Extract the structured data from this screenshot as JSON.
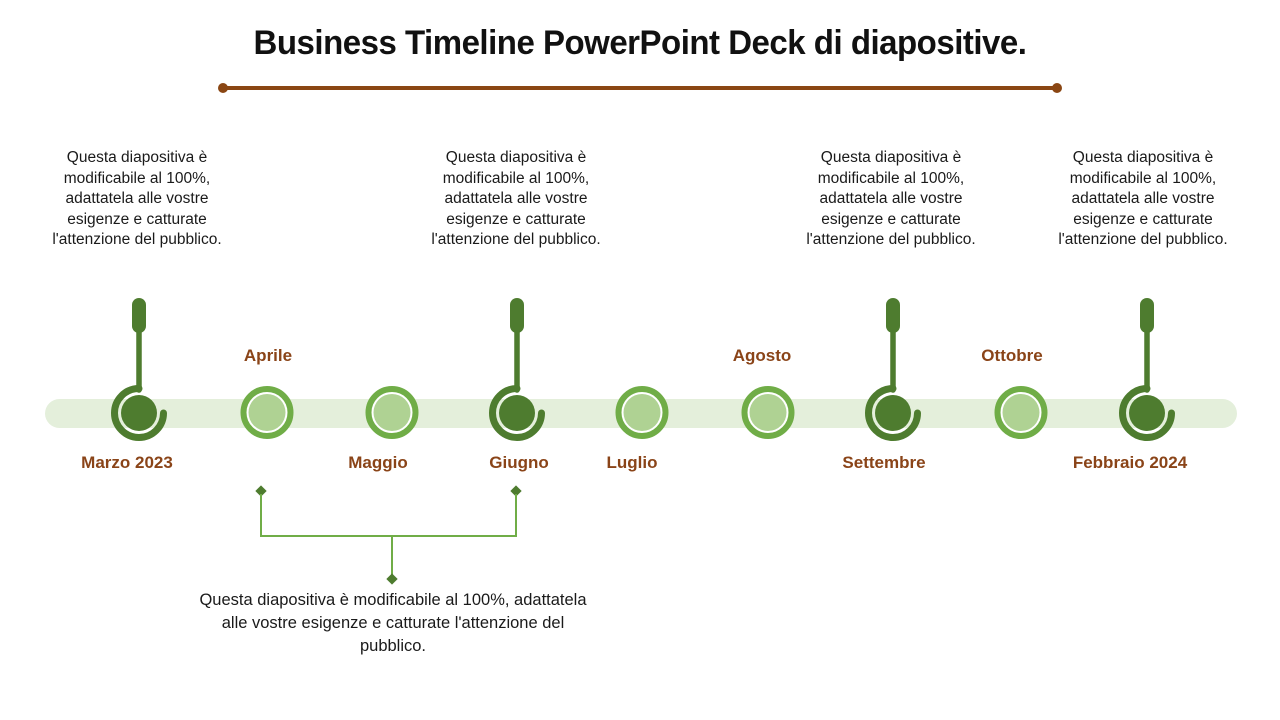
{
  "title": "Business Timeline PowerPoint Deck di diapositive.",
  "description": "Questa diapositiva è modificabile al 100%, adattatela alle vostre esigenze e catturate l'attenzione del pubblico.",
  "timeline": {
    "milestones": [
      {
        "label": "Marzo 2023",
        "type": "major",
        "label_position": "below"
      },
      {
        "label": "Aprile",
        "type": "minor",
        "label_position": "above"
      },
      {
        "label": "Maggio",
        "type": "minor",
        "label_position": "below"
      },
      {
        "label": "Giugno",
        "type": "major",
        "label_position": "below"
      },
      {
        "label": "Luglio",
        "type": "minor",
        "label_position": "below"
      },
      {
        "label": "Agosto",
        "type": "minor",
        "label_position": "above"
      },
      {
        "label": "Settembre",
        "type": "major",
        "label_position": "below"
      },
      {
        "label": "Ottobre",
        "type": "minor",
        "label_position": "above"
      },
      {
        "label": "Febbraio 2024",
        "type": "major",
        "label_position": "below"
      }
    ],
    "descriptions_shown_above": [
      "Marzo 2023",
      "Giugno",
      "Settembre",
      "Febbraio 2024"
    ],
    "bracket_annotation": {
      "spans_from": "Aprile",
      "spans_to": "Giugno",
      "note": "Questa diapositiva è modificabile al 100%, adattatela alle vostre esigenze e catturate l'attenzione del pubblico."
    }
  },
  "colors": {
    "dark_green": "#4e7c2f",
    "medium_green": "#70ad47",
    "light_green_fill": "#afd293",
    "band_green": "#e4efdb",
    "brown_accent": "#8a4613",
    "brown_label": "#8a4418",
    "title_text": "#111111"
  }
}
